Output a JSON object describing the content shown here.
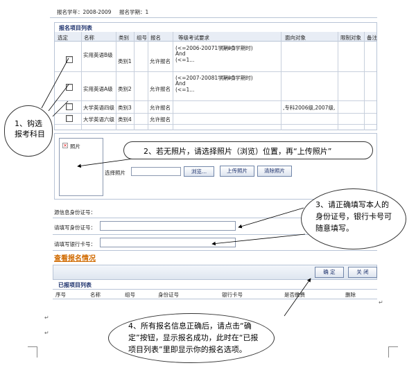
{
  "top": {
    "year_label": "报名学年：2008-2009",
    "term_label": "报名学期：1"
  },
  "project_list": {
    "title": "报名项目列表",
    "columns": [
      "选定",
      "名称",
      "类别",
      "组号",
      "报名",
      "等级考试要求",
      "面向对象",
      "限制对象",
      "备注"
    ],
    "rows": [
      {
        "name": "实用英语B级",
        "category": "类别1",
        "status": "允许报名",
        "req": [
          "(<=2006-20071学期时)",
          "And",
          "(>=1学期时)",
          "(<=1..."
        ],
        "target": ""
      },
      {
        "name": "实用英语A级",
        "category": "类别2",
        "status": "允许报名",
        "req": [
          "(<=2007-20081学期时)",
          "And",
          "(>=1学期时)",
          "(<=1..."
        ],
        "target": ""
      },
      {
        "name": "大学英语四级",
        "category": "类别3",
        "status": "允许报名",
        "req": [],
        "target": ",专科2006级,2007级,"
      },
      {
        "name": "大学英语六级",
        "category": "类别4",
        "status": "允许报名",
        "req": [],
        "target": ""
      }
    ]
  },
  "photo": {
    "placeholder_label": "照片",
    "select_label": "选择照片",
    "browse_label": "浏览...",
    "upload_label": "上传照片",
    "clear_label": "清除照片"
  },
  "form": {
    "id_info_label": "源信息身份证号：",
    "id_label": "请填写身份证号：",
    "bank_label": "请填写银行卡号：",
    "view_link": "查看报名情况",
    "confirm_label": "确 定",
    "close_label": "关 闭"
  },
  "registered_list": {
    "title": "已报项目列表",
    "columns": [
      "序号",
      "名称",
      "组号",
      "身份证号",
      "银行卡号",
      "是否缴费",
      "删除"
    ]
  },
  "callouts": {
    "c1": "1、钩选报考科目",
    "c2": "2、若无照片，请选择照片（浏览）位置，再“上传照片”",
    "c3": "3、请正确填写本人的身份证号，银行卡号可随意填写。",
    "c4": "4、所有报名信息正确后，请点击“确定”按钮，显示报名成功，此时在“已报项目列表”里即显示你的报名选项。"
  },
  "colors": {
    "title_blue": "#1a2f6b",
    "link_orange": "#d06a00",
    "border": "#b8c4d6"
  }
}
